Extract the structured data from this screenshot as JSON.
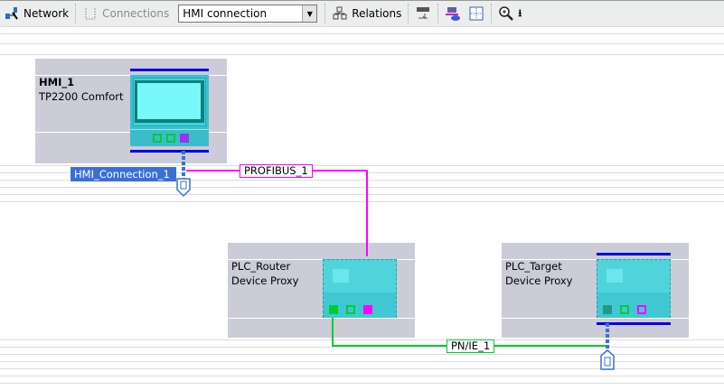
{
  "toolbar": {
    "network": "Network",
    "connections": "Connections",
    "connection_type": "HMI connection",
    "relations": "Relations"
  },
  "devices": [
    {
      "name": "HMI_1",
      "type": "TP2200 Comfort"
    },
    {
      "name": "PLC_Router",
      "type": "Device Proxy"
    },
    {
      "name": "PLC_Target",
      "type": "Device Proxy"
    }
  ],
  "connections": {
    "hmi_connection": "HMI_Connection_1",
    "profibus": "PROFIBUS_1",
    "pnie": "PN/IE_1"
  },
  "colors": {
    "profibus": "#ff00ff",
    "pnie": "#00cc33",
    "hmi": "#3a6fd8",
    "bus": "#0000e0"
  }
}
